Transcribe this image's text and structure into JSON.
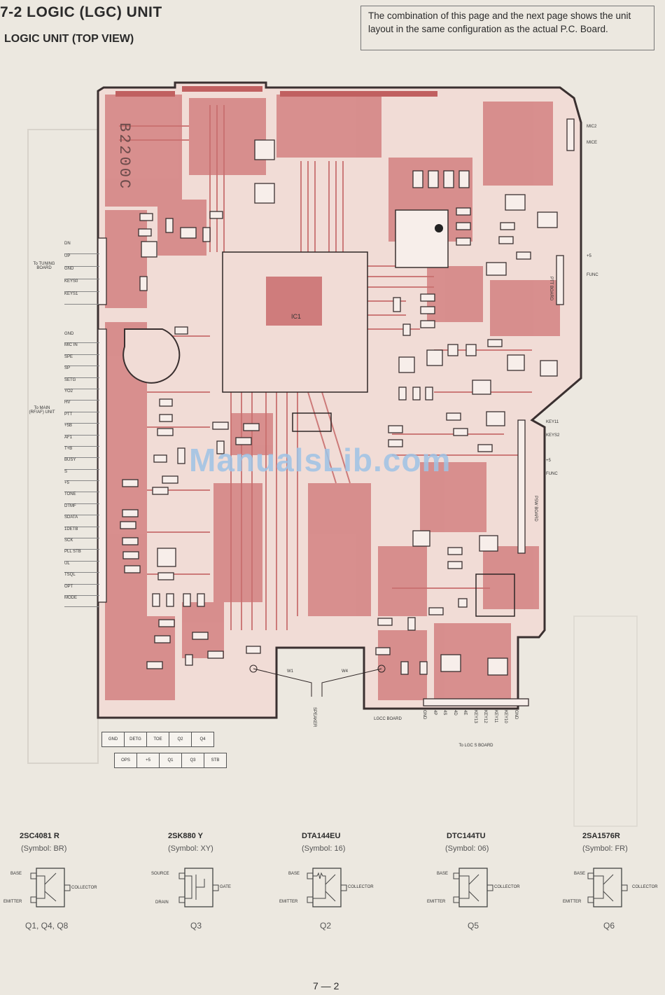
{
  "header": {
    "section_title": "7-2 LOGIC (LGC) UNIT",
    "sub_title": "LOGIC UNIT (TOP VIEW)",
    "note": "The combination of this page and the next page shows the unit layout in the same configuration as the actual P.C. Board."
  },
  "board": {
    "board_code": "B2200C",
    "watermark": "ManualsLib.com",
    "ic_label": "IC1",
    "wire_labels": [
      "W1",
      "W4"
    ],
    "speaker_label": "SPEAKER",
    "lgcc_label": "LGCC BOARD"
  },
  "tuning_connector": {
    "title": "To TUNING BOARD",
    "pins": [
      "DN",
      "UP",
      "GND",
      "KEYS0",
      "KEYS1"
    ]
  },
  "main_connector": {
    "title": "To MAIN (RF/AF) UNIT",
    "pins": [
      "GND",
      "MIC IN",
      "SPE",
      "SP",
      "SETG",
      "YO2",
      "HV",
      "PTT",
      "+5B",
      "AF1",
      "T+B",
      "BUSY",
      "S",
      "+5",
      "TONE",
      "DTMF",
      "SDATA",
      "1DETB",
      "SCK",
      "PLL STB",
      "UL",
      "TSQL",
      "OPT",
      "MODE"
    ]
  },
  "right_connector_top": {
    "pins": [
      "MIC2",
      "MICE"
    ]
  },
  "right_connector_mid": {
    "title": "PTT BOARD",
    "pins": [
      "+5",
      "FUNC"
    ]
  },
  "right_connector_low": {
    "title": "PSW BOARD",
    "pins": [
      "KEY11",
      "KEYS2",
      "+5",
      "FUNC"
    ]
  },
  "lgcs_connector": {
    "title": "To LGC S BOARD",
    "pins": [
      "GND",
      "4P",
      "4S",
      "4D",
      "4E",
      "KEY13",
      "KEY12",
      "KEY11",
      "KEY10",
      "GND"
    ]
  },
  "bottom_connector_table": {
    "row1": [
      "GND",
      "DETG",
      "TOE",
      "Q2",
      "Q4"
    ],
    "row2": [
      "OPS",
      "+5",
      "Q1",
      "Q3",
      "STB"
    ]
  },
  "transistors": [
    {
      "part": "2SC4081 R",
      "symbol": "(Symbol: BR)",
      "pins": [
        "BASE",
        "EMITTER",
        "COLLECTOR"
      ],
      "refs": "Q1, Q4, Q8"
    },
    {
      "part": "2SK880 Y",
      "symbol": "(Symbol: XY)",
      "pins": [
        "SOURCE",
        "DRAIN",
        "GATE"
      ],
      "refs": "Q3"
    },
    {
      "part": "DTA144EU",
      "symbol": "(Symbol: 16)",
      "pins": [
        "BASE",
        "EMITTER",
        "COLLECTOR"
      ],
      "refs": "Q2"
    },
    {
      "part": "DTC144TU",
      "symbol": "(Symbol: 06)",
      "pins": [
        "BASE",
        "EMITTER",
        "COLLECTOR"
      ],
      "refs": "Q5"
    },
    {
      "part": "2SA1576R",
      "symbol": "(Symbol: FR)",
      "pins": [
        "BASE",
        "EMITTER",
        "COLLECTOR"
      ],
      "refs": "Q6"
    }
  ],
  "footer": {
    "page_number": "7 — 2"
  },
  "colors": {
    "copper": "#d68a8a",
    "board": "#f1dcd6",
    "trace": "#c97070",
    "paper": "#ece8e0"
  }
}
